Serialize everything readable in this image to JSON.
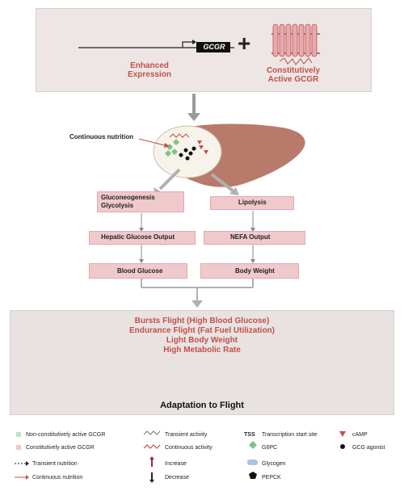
{
  "construct": {
    "gene_label": "GCGR",
    "plus": "+",
    "enhanced_label": "Enhanced\nExpression",
    "active_label": "Constitutively\nActive GCGR"
  },
  "liver": {
    "nutrition_label": "Continuous nutrition"
  },
  "pathways": {
    "left_top": "Gluconeogenesis\nGlycolysis",
    "right_top": "Lipolysis",
    "left_mid": "Hepatic Glucose Output",
    "right_mid": "NEFA Output",
    "left_bottom": "Blood Glucose",
    "right_bottom": "Body Weight"
  },
  "outcomes": {
    "lines": [
      "Bursts Flight (High Blood Glucose)",
      "Endurance Flight (Fat Fuel Utilization)",
      "Light Body Weight",
      "High Metabolic Rate"
    ],
    "title": "Adaptation to Flight"
  },
  "legend": {
    "col1": [
      "Non-constitutively active GCGR",
      "Constitutively active GCGR",
      "Transient nutrition",
      "Continuous nutrition"
    ],
    "col2": [
      "Transient activity",
      "Continuous activity",
      "Increase",
      "Decrease"
    ],
    "col3_tss_abbr": "TSS",
    "col3": [
      "Transcription start site",
      "G6PC",
      "Glycogen",
      "PEPCK"
    ],
    "col4": [
      "cAMP",
      "GCG agonist"
    ]
  },
  "colors": {
    "accent_red": "#c0504d",
    "box_pink": "#f0c9cc",
    "liver_brown": "#b87a6a",
    "increase": "#a0205a",
    "green": "#7fc47f",
    "blue": "#a9c4e4"
  }
}
